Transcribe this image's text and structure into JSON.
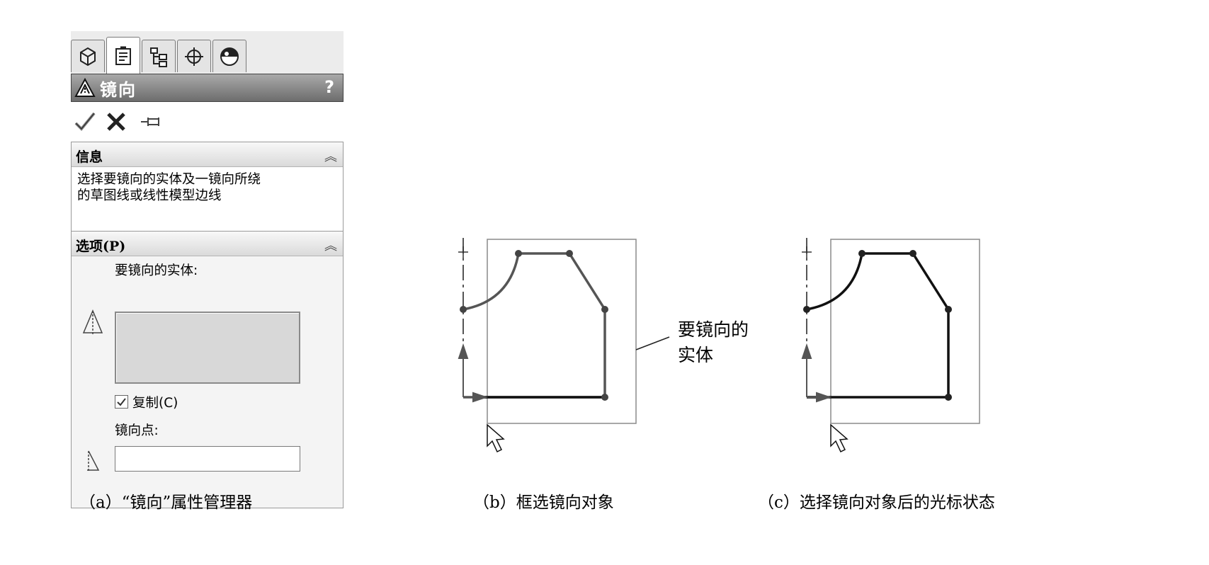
{
  "panel": {
    "tabs": [
      {
        "icon": "feature-manager-icon"
      },
      {
        "icon": "property-manager-icon"
      },
      {
        "icon": "configuration-manager-icon"
      },
      {
        "icon": "dimxpert-icon"
      },
      {
        "icon": "display-manager-icon"
      }
    ],
    "title": "镜向",
    "help_label": "?",
    "actions": [
      "ok-check-icon",
      "cancel-x-icon",
      "pushpin-icon"
    ],
    "info": {
      "header": "信息",
      "lines": [
        "选择要镜向的实体及一镜向所绕",
        "的草图线或线性模型边线"
      ]
    },
    "options": {
      "header": "选项(P)",
      "entities_label": "要镜向的实体:",
      "copy_label": "复制(C)",
      "copy_checked": true,
      "mirror_point_label": "镜向点:"
    }
  },
  "figures": {
    "callout_lines": [
      "要镜向的",
      "实体"
    ]
  },
  "captions": {
    "a": "（a）“镜向”属性管理器",
    "b": "（b）框选镜向对象",
    "c": "（c）选择镜向对象后的光标状态"
  },
  "colors": {
    "title_bar": "#6d6d6d",
    "sketch_line": "#222222",
    "selection_box": "#8a8a8a"
  }
}
